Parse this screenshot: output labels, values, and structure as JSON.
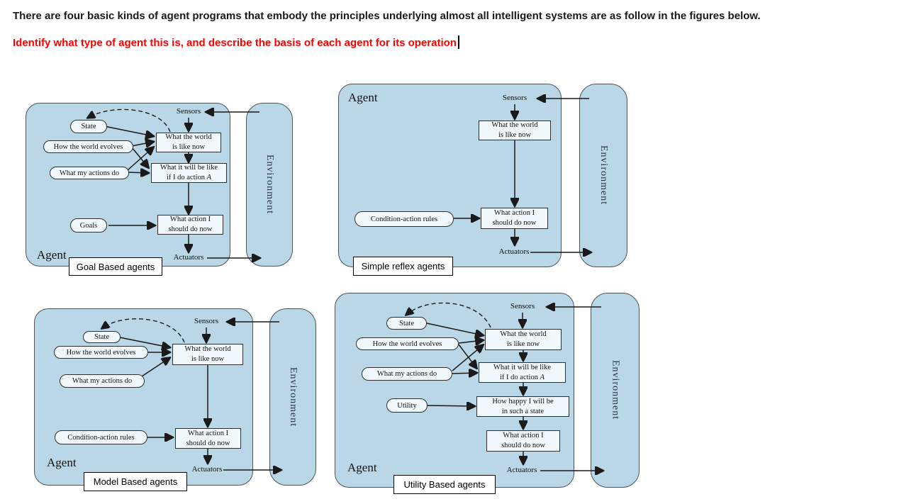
{
  "header": {
    "line1": "There are four basic kinds of agent programs that embody the principles underlying almost all intelligent systems are as follow in the figures below.",
    "line2": "Identify what type of agent this is, and describe the basis of each agent for its operation"
  },
  "labels": {
    "agent": "Agent",
    "environment": "Environment",
    "sensors": "Sensors",
    "actuators": "Actuators"
  },
  "nodes": {
    "state": "State",
    "how_world_evolves": "How the world evolves",
    "what_actions_do": "What my actions do",
    "goals": "Goals",
    "utility": "Utility",
    "condition_action_rules": "Condition-action rules",
    "world_line1": "What the world",
    "world_line2": "is like now",
    "whatif_line1": "What it will be like",
    "whatif_line2_prefix": "if I do action ",
    "whatif_line2_italic": "A",
    "action_line1": "What action I",
    "action_line2": "should do now",
    "happy_line1": "How happy I will be",
    "happy_line2": "in such a state"
  },
  "captions": {
    "goal": "Goal Based agents",
    "simple_reflex": "Simple reflex agents",
    "model": "Model Based agents",
    "utility": "Utility Based agents"
  },
  "colors": {
    "panel_fill": "#b9d7e7",
    "panel_border": "#4d5358",
    "node_fill": "#f1f8fc",
    "node_border": "#2f2f2f",
    "arrow": "#1a1a1a",
    "heading_text": "#1a1a1a",
    "question_text": "#ff0000",
    "caption_bg": "#ffffff"
  }
}
